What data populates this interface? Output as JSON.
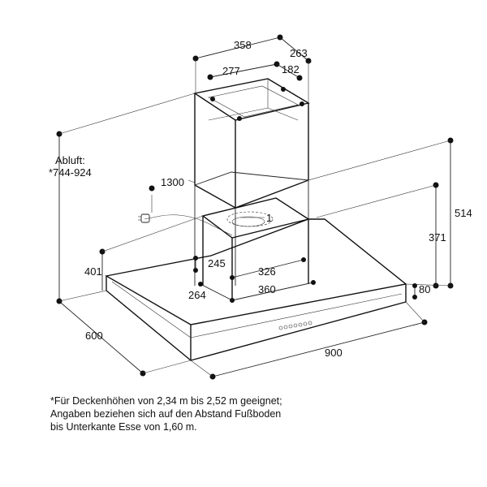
{
  "drawing": {
    "dimensions": {
      "d358": "358",
      "d263": "263",
      "d277": "277",
      "d182": "182",
      "abluft_label": "Abluft:",
      "abluft_value": "*744-924",
      "d1300": "1300",
      "d514": "514",
      "d371": "371",
      "d401": "401",
      "d245": "245",
      "d326": "326",
      "d360": "360",
      "d264": "264",
      "d80": "80",
      "d600": "600",
      "d900": "900",
      "callout_1": "1"
    }
  },
  "footnote": {
    "line1": "*Für Deckenhöhen von 2,34 m bis 2,52 m geeignet;",
    "line2": "Angaben beziehen sich auf den Abstand Fußboden",
    "line3": "bis Unterkante Esse von 1,60 m."
  }
}
